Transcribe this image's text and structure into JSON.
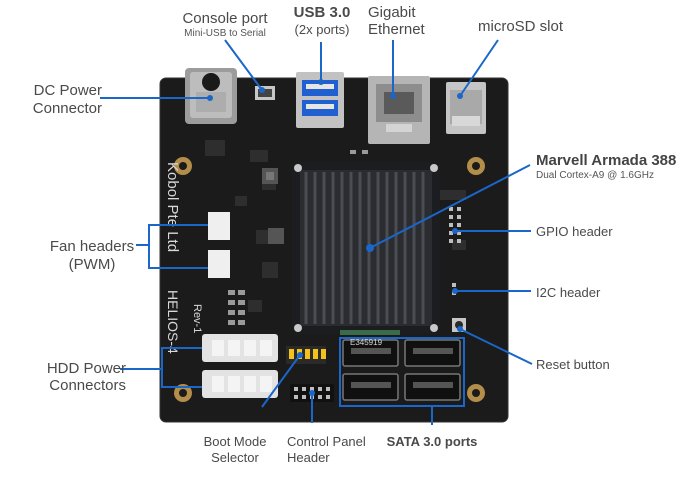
{
  "labels": {
    "console_port": "Console port",
    "console_port_sub": "Mini-USB to Serial",
    "usb_title": "USB 3.0",
    "usb_sub": "(2x ports)",
    "gigabit_line1": "Gigabit",
    "gigabit_line2": "Ethernet",
    "microsd": "microSD slot",
    "dc_line1": "DC Power",
    "dc_line2": "Connector",
    "cpu_title": "Marvell Armada 388",
    "cpu_sub": "Dual Cortex-A9 @ 1.6GHz",
    "gpio": "GPIO header",
    "fan_line1": "Fan headers",
    "fan_line2": "(PWM)",
    "i2c": "I2C header",
    "reset": "Reset button",
    "hdd_line1": "HDD Power",
    "hdd_line2": "Connectors",
    "boot_line1": "Boot Mode",
    "boot_line2": "Selector",
    "cp_line1": "Control Panel",
    "cp_line2": "Header",
    "sata": "SATA 3.0 ports"
  },
  "board_print": {
    "brand": "Kobol Pte Ltd",
    "model": "HELIOS-4",
    "rev": "Rev-1",
    "chip_code": "E345919"
  },
  "colors": {
    "accent": "#1a66c9",
    "label_text": "#4a4a4a",
    "pcb": "#1b1b1b",
    "heatsink": "#2a2c30"
  }
}
